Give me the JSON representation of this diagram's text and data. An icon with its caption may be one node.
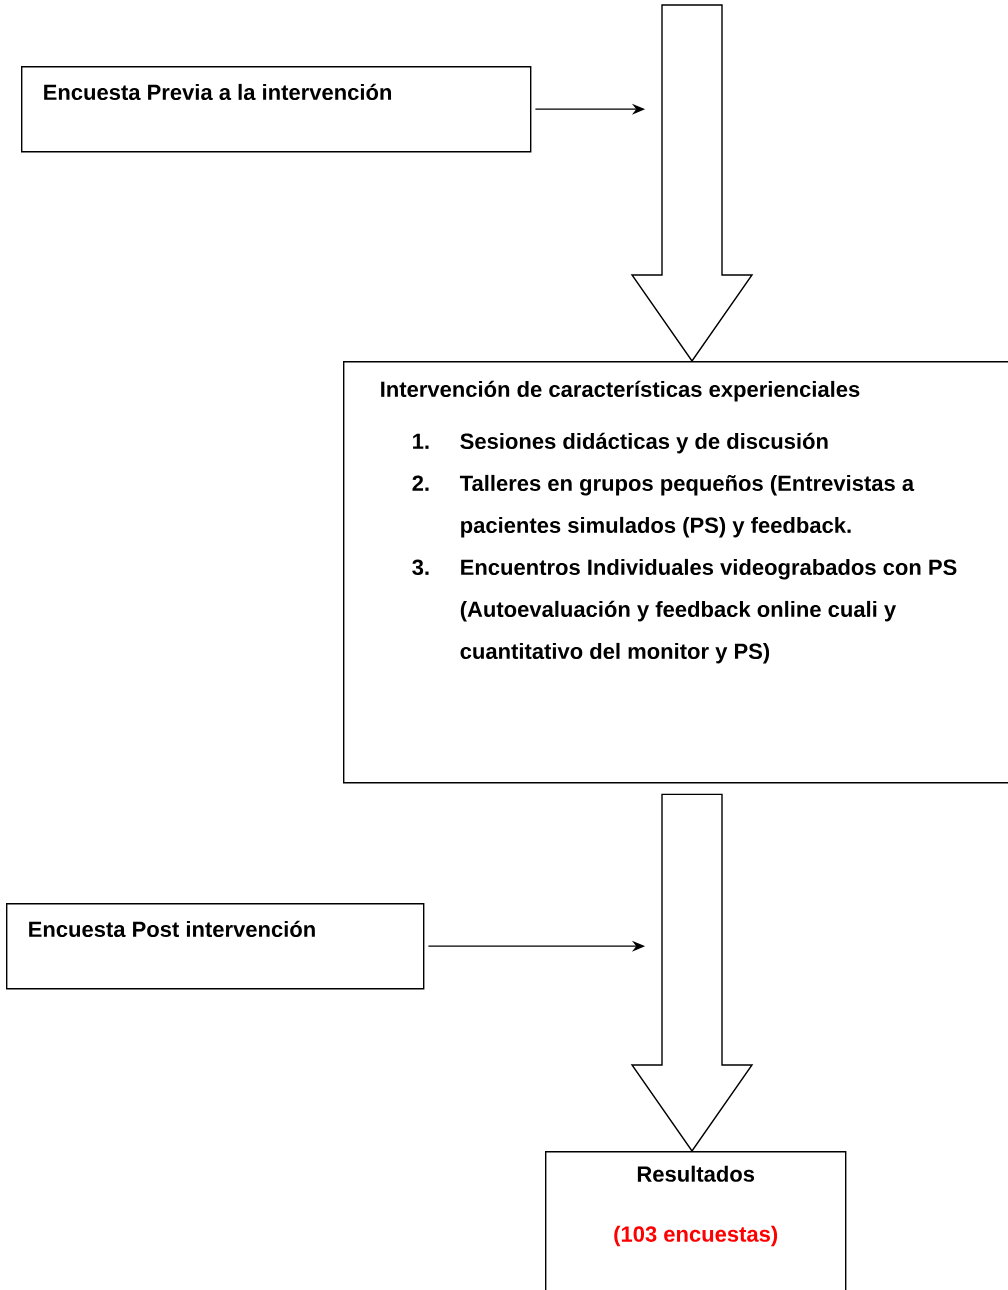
{
  "diagram": {
    "nodes": [
      {
        "text": [
          "Encuesta Previa a la intervención"
        ]
      },
      {
        "text": [
          "Intervención de características experienciales",
          "1.",
          "Sesiones didácticas y de discusión",
          "2.",
          "Talleres en grupos pequeños (Entrevistas a pacientes simulados (PS) y feedback.",
          "3.",
          "Encuentros Individuales videograbados con PS (Autoevaluación y feedback online cuali y cuantitativo del monitor y PS)"
        ]
      },
      {
        "text": [
          "Encuesta Post intervención"
        ]
      },
      {
        "text": [
          "Resultados",
          "(103 encuestas)"
        ]
      }
    ],
    "edges": [
      {
        "from": null,
        "to": 1,
        "arrow": "to",
        "style": "thick"
      },
      {
        "from": 1,
        "to": 3,
        "arrow": "to",
        "style": "thick"
      },
      {
        "from": 0,
        "to": null,
        "arrow": "to"
      },
      {
        "from": 2,
        "to": null,
        "arrow": "to"
      }
    ]
  }
}
